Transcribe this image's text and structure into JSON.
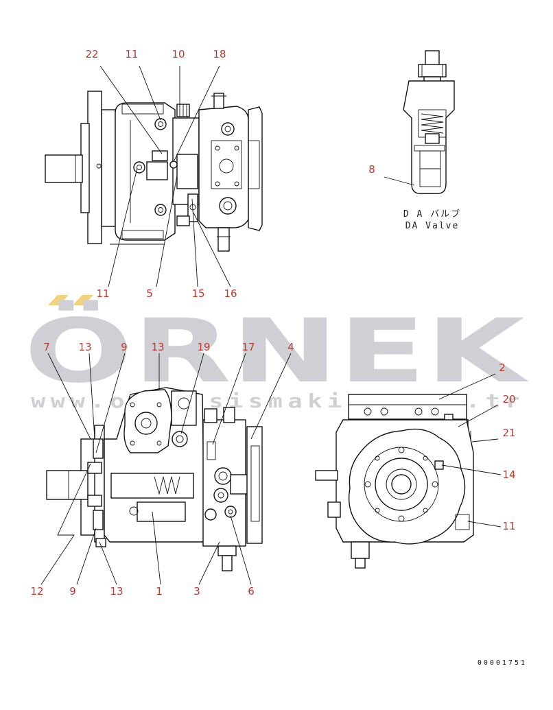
{
  "watermark": {
    "brand": "ÖRNEK",
    "url": "www.orneksismakina.com.tr",
    "brand_color": "#cfcfd6",
    "accent_color": "#f2d27a"
  },
  "valve_caption": {
    "japanese": "D A バルブ",
    "english": "DA Valve"
  },
  "document_number": "00001751",
  "callout_color": "#c0392b",
  "callouts": {
    "top": {
      "c22": "22",
      "c11a": "11",
      "c10": "10",
      "c18": "18",
      "c11b": "11",
      "c5": "5",
      "c15": "15",
      "c16": "16"
    },
    "valve": {
      "c8": "8"
    },
    "side": {
      "c7": "7",
      "c13a": "13",
      "c9a": "9",
      "c13b": "13",
      "c19": "19",
      "c17": "17",
      "c4": "4",
      "c12": "12",
      "c9b": "9",
      "c13c": "13",
      "c1": "1",
      "c3": "3",
      "c6": "6"
    },
    "end": {
      "c2": "2",
      "c20": "20",
      "c21": "21",
      "c14": "14",
      "c11": "11"
    }
  }
}
